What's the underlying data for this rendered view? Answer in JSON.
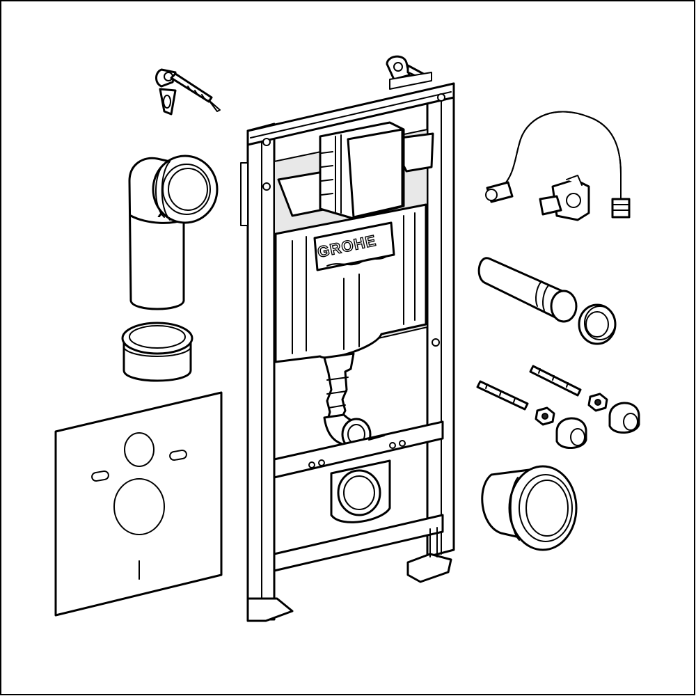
{
  "brand": {
    "logo_text": "GROHE"
  },
  "components": [
    "wall-anchor-bracket",
    "flush-bend-pipe",
    "pipe-sleeve",
    "sound-insulation-mat",
    "installation-frame",
    "cistern",
    "water-supply-hose",
    "angle-valve",
    "connector-pipe",
    "sealing-ring",
    "threaded-rods",
    "nuts",
    "cap-covers",
    "waste-connector-sleeve"
  ],
  "colors": {
    "line": "#000000",
    "background": "#ffffff",
    "shading": "#e8e8e8"
  }
}
